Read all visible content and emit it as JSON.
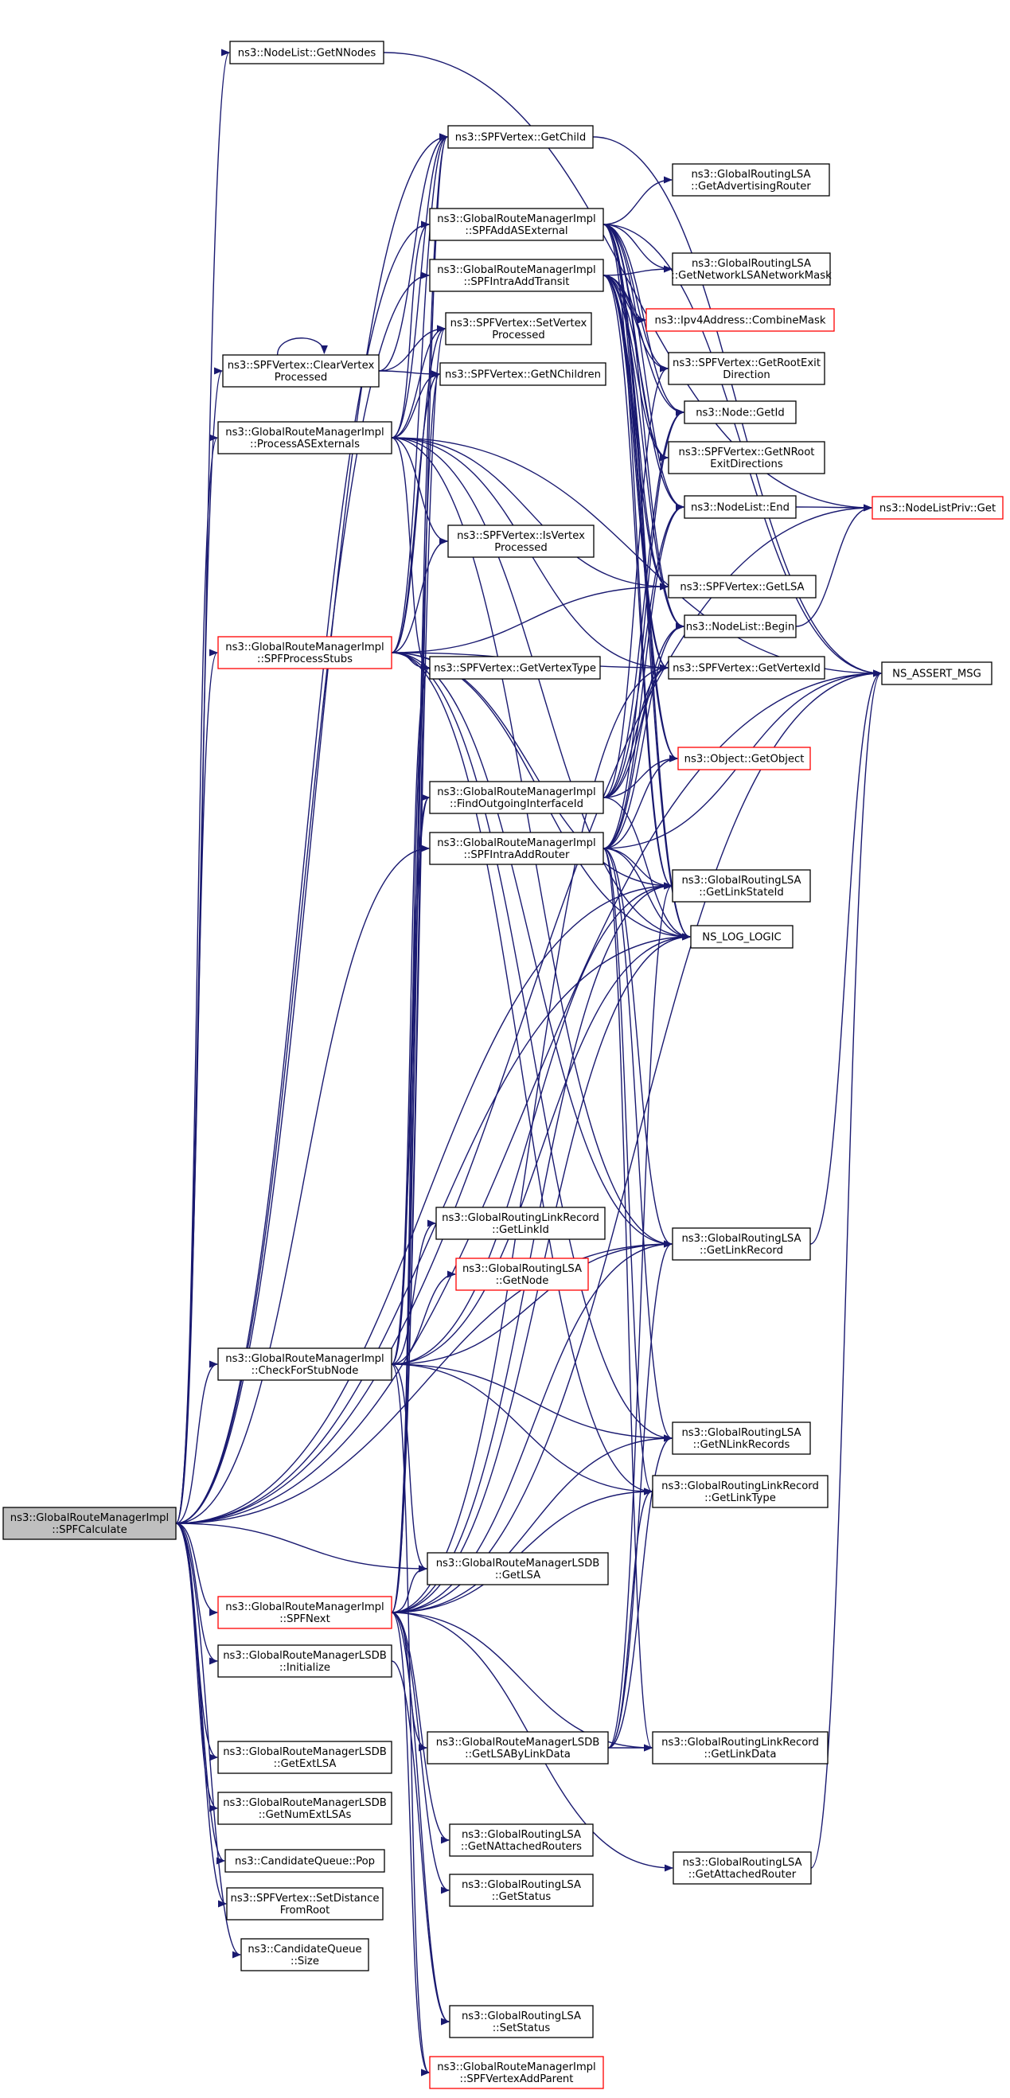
{
  "colors": {
    "edge": "#191970",
    "border_default": "#000000",
    "border_truncated": "#ff0000",
    "fill_default": "#ffffff",
    "fill_root": "#bfbfbf"
  },
  "nodes": [
    {
      "id": "n0",
      "lines": [
        "ns3::GlobalRouteManagerImpl",
        "::SPFCalculate"
      ],
      "style": "root"
    },
    {
      "id": "n1",
      "lines": [
        "ns3::NodeList::GetNNodes"
      ],
      "style": "normal"
    },
    {
      "id": "n2",
      "lines": [
        "ns3::NodeListPriv::Get"
      ],
      "style": "truncated"
    },
    {
      "id": "n3",
      "lines": [
        "ns3::SPFVertex::GetChild"
      ],
      "style": "normal"
    },
    {
      "id": "n4",
      "lines": [
        "ns3::GlobalRoutingLSA",
        "::GetAdvertisingRouter"
      ],
      "style": "normal"
    },
    {
      "id": "n5",
      "lines": [
        "ns3::GlobalRouteManagerImpl",
        "::SPFAddASExternal"
      ],
      "style": "normal"
    },
    {
      "id": "n6",
      "lines": [
        "ns3::GlobalRouteManagerImpl",
        "::SPFIntraAddTransit"
      ],
      "style": "normal"
    },
    {
      "id": "n7",
      "lines": [
        "ns3::GlobalRoutingLSA",
        "::GetNetworkLSANetworkMask"
      ],
      "style": "normal"
    },
    {
      "id": "n8",
      "lines": [
        "ns3::Ipv4Address::CombineMask"
      ],
      "style": "truncated"
    },
    {
      "id": "n9",
      "lines": [
        "ns3::SPFVertex::SetVertex",
        "Processed"
      ],
      "style": "normal"
    },
    {
      "id": "n10",
      "lines": [
        "ns3::SPFVertex::ClearVertex",
        "Processed"
      ],
      "style": "normal"
    },
    {
      "id": "n11",
      "lines": [
        "ns3::SPFVertex::GetNChildren"
      ],
      "style": "normal"
    },
    {
      "id": "n12",
      "lines": [
        "ns3::SPFVertex::GetRootExit",
        "Direction"
      ],
      "style": "normal"
    },
    {
      "id": "n13",
      "lines": [
        "ns3::GlobalRouteManagerImpl",
        "::ProcessASExternals"
      ],
      "style": "normal"
    },
    {
      "id": "n14",
      "lines": [
        "ns3::Node::GetId"
      ],
      "style": "normal"
    },
    {
      "id": "n15",
      "lines": [
        "ns3::SPFVertex::GetNRoot",
        "ExitDirections"
      ],
      "style": "normal"
    },
    {
      "id": "n16",
      "lines": [
        "ns3::NodeList::End"
      ],
      "style": "normal"
    },
    {
      "id": "n17",
      "lines": [
        "ns3::SPFVertex::IsVertex",
        "Processed"
      ],
      "style": "normal"
    },
    {
      "id": "n18",
      "lines": [
        "ns3::SPFVertex::GetLSA"
      ],
      "style": "normal"
    },
    {
      "id": "n19",
      "lines": [
        "ns3::NodeList::Begin"
      ],
      "style": "normal"
    },
    {
      "id": "n20",
      "lines": [
        "ns3::GlobalRouteManagerImpl",
        "::SPFProcessStubs"
      ],
      "style": "truncated"
    },
    {
      "id": "n21",
      "lines": [
        "ns3::SPFVertex::GetVertexType"
      ],
      "style": "normal"
    },
    {
      "id": "n22",
      "lines": [
        "ns3::SPFVertex::GetVertexId"
      ],
      "style": "normal"
    },
    {
      "id": "n23",
      "lines": [
        "NS_ASSERT_MSG"
      ],
      "style": "normal"
    },
    {
      "id": "n24",
      "lines": [
        "ns3::Object::GetObject"
      ],
      "style": "truncated"
    },
    {
      "id": "n25",
      "lines": [
        "ns3::GlobalRouteManagerImpl",
        "::FindOutgoingInterfaceId"
      ],
      "style": "normal"
    },
    {
      "id": "n26",
      "lines": [
        "ns3::GlobalRouteManagerImpl",
        "::SPFIntraAddRouter"
      ],
      "style": "normal"
    },
    {
      "id": "n27",
      "lines": [
        "ns3::GlobalRoutingLSA",
        "::GetLinkStateId"
      ],
      "style": "normal"
    },
    {
      "id": "n28",
      "lines": [
        "NS_LOG_LOGIC"
      ],
      "style": "normal"
    },
    {
      "id": "n29",
      "lines": [
        "ns3::GlobalRoutingLinkRecord",
        "::GetLinkId"
      ],
      "style": "normal"
    },
    {
      "id": "n30",
      "lines": [
        "ns3::GlobalRoutingLSA",
        "::GetNode"
      ],
      "style": "truncated"
    },
    {
      "id": "n31",
      "lines": [
        "ns3::GlobalRoutingLSA",
        "::GetLinkRecord"
      ],
      "style": "normal"
    },
    {
      "id": "n32",
      "lines": [
        "ns3::GlobalRouteManagerImpl",
        "::CheckForStubNode"
      ],
      "style": "normal"
    },
    {
      "id": "n33",
      "lines": [
        "ns3::GlobalRoutingLSA",
        "::GetNLinkRecords"
      ],
      "style": "normal"
    },
    {
      "id": "n34",
      "lines": [
        "ns3::GlobalRoutingLinkRecord",
        "::GetLinkType"
      ],
      "style": "normal"
    },
    {
      "id": "n35",
      "lines": [
        "ns3::GlobalRouteManagerLSDB",
        "::GetLSA"
      ],
      "style": "normal"
    },
    {
      "id": "n36",
      "lines": [
        "ns3::GlobalRouteManagerImpl",
        "::SPFNext"
      ],
      "style": "truncated"
    },
    {
      "id": "n37",
      "lines": [
        "ns3::GlobalRouteManagerLSDB",
        "::Initialize"
      ],
      "style": "normal"
    },
    {
      "id": "n38",
      "lines": [
        "ns3::GlobalRouteManagerLSDB",
        "::GetLSAByLinkData"
      ],
      "style": "normal"
    },
    {
      "id": "n39",
      "lines": [
        "ns3::GlobalRoutingLinkRecord",
        "::GetLinkData"
      ],
      "style": "normal"
    },
    {
      "id": "n40",
      "lines": [
        "ns3::GlobalRouteManagerLSDB",
        "::GetExtLSA"
      ],
      "style": "normal"
    },
    {
      "id": "n41",
      "lines": [
        "ns3::GlobalRouteManagerLSDB",
        "::GetNumExtLSAs"
      ],
      "style": "normal"
    },
    {
      "id": "n42",
      "lines": [
        "ns3::GlobalRoutingLSA",
        "::GetNAttachedRouters"
      ],
      "style": "normal"
    },
    {
      "id": "n43",
      "lines": [
        "ns3::CandidateQueue::Pop"
      ],
      "style": "normal"
    },
    {
      "id": "n44",
      "lines": [
        "ns3::GlobalRoutingLSA",
        "::GetAttachedRouter"
      ],
      "style": "normal"
    },
    {
      "id": "n45",
      "lines": [
        "ns3::SPFVertex::SetDistance",
        "FromRoot"
      ],
      "style": "normal"
    },
    {
      "id": "n46",
      "lines": [
        "ns3::GlobalRoutingLSA",
        "::GetStatus"
      ],
      "style": "normal"
    },
    {
      "id": "n47",
      "lines": [
        "ns3::CandidateQueue",
        "::Size"
      ],
      "style": "normal"
    },
    {
      "id": "n48",
      "lines": [
        "ns3::GlobalRoutingLSA",
        "::SetStatus"
      ],
      "style": "normal"
    },
    {
      "id": "n49",
      "lines": [
        "ns3::GlobalRouteManagerImpl",
        "::SPFVertexAddParent"
      ],
      "style": "truncated"
    }
  ],
  "edges": [
    [
      "n0",
      "n1"
    ],
    [
      "n0",
      "n2"
    ],
    [
      "n0",
      "n3"
    ],
    [
      "n0",
      "n5"
    ],
    [
      "n0",
      "n6"
    ],
    [
      "n0",
      "n10"
    ],
    [
      "n0",
      "n13"
    ],
    [
      "n0",
      "n20"
    ],
    [
      "n0",
      "n26"
    ],
    [
      "n0",
      "n27"
    ],
    [
      "n0",
      "n28"
    ],
    [
      "n0",
      "n31"
    ],
    [
      "n0",
      "n32"
    ],
    [
      "n0",
      "n35"
    ],
    [
      "n0",
      "n36"
    ],
    [
      "n0",
      "n37"
    ],
    [
      "n0",
      "n40"
    ],
    [
      "n0",
      "n41"
    ],
    [
      "n0",
      "n43"
    ],
    [
      "n0",
      "n45"
    ],
    [
      "n0",
      "n47"
    ],
    [
      "n0",
      "n23"
    ],
    [
      "n1",
      "n2"
    ],
    [
      "n3",
      "n23"
    ],
    [
      "n5",
      "n4"
    ],
    [
      "n5",
      "n7"
    ],
    [
      "n5",
      "n8"
    ],
    [
      "n5",
      "n12"
    ],
    [
      "n5",
      "n14"
    ],
    [
      "n5",
      "n15"
    ],
    [
      "n5",
      "n16"
    ],
    [
      "n5",
      "n18"
    ],
    [
      "n5",
      "n19"
    ],
    [
      "n5",
      "n22"
    ],
    [
      "n5",
      "n23"
    ],
    [
      "n5",
      "n24"
    ],
    [
      "n5",
      "n27"
    ],
    [
      "n5",
      "n28"
    ],
    [
      "n6",
      "n7"
    ],
    [
      "n6",
      "n8"
    ],
    [
      "n6",
      "n12"
    ],
    [
      "n6",
      "n14"
    ],
    [
      "n6",
      "n15"
    ],
    [
      "n6",
      "n16"
    ],
    [
      "n6",
      "n18"
    ],
    [
      "n6",
      "n19"
    ],
    [
      "n6",
      "n22"
    ],
    [
      "n6",
      "n24"
    ],
    [
      "n6",
      "n27"
    ],
    [
      "n6",
      "n28"
    ],
    [
      "n10",
      "n10"
    ],
    [
      "n10",
      "n3"
    ],
    [
      "n10",
      "n9"
    ],
    [
      "n10",
      "n11"
    ],
    [
      "n13",
      "n3"
    ],
    [
      "n13",
      "n9"
    ],
    [
      "n13",
      "n11"
    ],
    [
      "n13",
      "n5"
    ],
    [
      "n13",
      "n17"
    ],
    [
      "n13",
      "n18"
    ],
    [
      "n13",
      "n21"
    ],
    [
      "n13",
      "n22"
    ],
    [
      "n13",
      "n23"
    ],
    [
      "n13",
      "n28"
    ],
    [
      "n13",
      "n31"
    ],
    [
      "n16",
      "n2"
    ],
    [
      "n19",
      "n2"
    ],
    [
      "n20",
      "n3"
    ],
    [
      "n20",
      "n9"
    ],
    [
      "n20",
      "n11"
    ],
    [
      "n20",
      "n17"
    ],
    [
      "n20",
      "n18"
    ],
    [
      "n20",
      "n21"
    ],
    [
      "n20",
      "n22"
    ],
    [
      "n20",
      "n28"
    ],
    [
      "n20",
      "n31"
    ],
    [
      "n20",
      "n33"
    ],
    [
      "n20",
      "n34"
    ],
    [
      "n20",
      "n27"
    ],
    [
      "n25",
      "n14"
    ],
    [
      "n25",
      "n16"
    ],
    [
      "n25",
      "n19"
    ],
    [
      "n25",
      "n24"
    ],
    [
      "n25",
      "n28"
    ],
    [
      "n25",
      "n12"
    ],
    [
      "n25",
      "n22"
    ],
    [
      "n26",
      "n14"
    ],
    [
      "n26",
      "n16"
    ],
    [
      "n26",
      "n19"
    ],
    [
      "n26",
      "n22"
    ],
    [
      "n26",
      "n23"
    ],
    [
      "n26",
      "n24"
    ],
    [
      "n26",
      "n27"
    ],
    [
      "n26",
      "n28"
    ],
    [
      "n26",
      "n31"
    ],
    [
      "n26",
      "n33"
    ],
    [
      "n26",
      "n34"
    ],
    [
      "n26",
      "n39"
    ],
    [
      "n31",
      "n23"
    ],
    [
      "n32",
      "n3"
    ],
    [
      "n32",
      "n21"
    ],
    [
      "n32",
      "n29"
    ],
    [
      "n32",
      "n30"
    ],
    [
      "n32",
      "n31"
    ],
    [
      "n32",
      "n33"
    ],
    [
      "n32",
      "n34"
    ],
    [
      "n32",
      "n35"
    ],
    [
      "n32",
      "n28"
    ],
    [
      "n32",
      "n27"
    ],
    [
      "n32",
      "n25"
    ],
    [
      "n32",
      "n49"
    ],
    [
      "n36",
      "n3"
    ],
    [
      "n36",
      "n9"
    ],
    [
      "n36",
      "n11"
    ],
    [
      "n36",
      "n21"
    ],
    [
      "n36",
      "n22"
    ],
    [
      "n36",
      "n27"
    ],
    [
      "n36",
      "n28"
    ],
    [
      "n36",
      "n31"
    ],
    [
      "n36",
      "n33"
    ],
    [
      "n36",
      "n34"
    ],
    [
      "n36",
      "n35"
    ],
    [
      "n36",
      "n38"
    ],
    [
      "n36",
      "n39"
    ],
    [
      "n36",
      "n42"
    ],
    [
      "n36",
      "n44"
    ],
    [
      "n36",
      "n46"
    ],
    [
      "n36",
      "n48"
    ],
    [
      "n36",
      "n49"
    ],
    [
      "n36",
      "n23"
    ],
    [
      "n36",
      "n25"
    ],
    [
      "n37",
      "n48"
    ],
    [
      "n38",
      "n27"
    ],
    [
      "n38",
      "n31"
    ],
    [
      "n38",
      "n33"
    ],
    [
      "n38",
      "n34"
    ],
    [
      "n38",
      "n39"
    ],
    [
      "n44",
      "n23"
    ]
  ]
}
